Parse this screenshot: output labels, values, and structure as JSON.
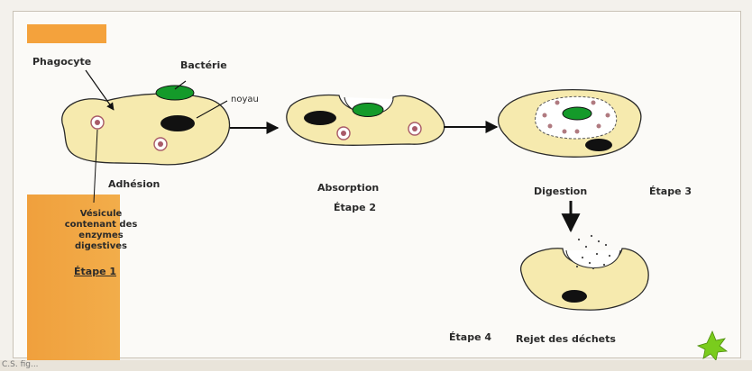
{
  "labels": {
    "phagocyte": "Phagocyte",
    "bacterie": "Bactérie",
    "noyau": "noyau",
    "adhesion": "Adhésion",
    "vesicule": "Vésicule contenant des enzymes digestives",
    "etape1": "Étape 1",
    "absorption": "Absorption",
    "etape2": "Étape 2",
    "digestion": "Digestion",
    "etape3": "Étape 3",
    "etape4": "Étape 4",
    "rejet": "Rejet des déchets"
  },
  "colors": {
    "cell": "#f6eaae",
    "bacterium": "#149a2a",
    "nucleus": "#111111",
    "vesicle": "#a85a68",
    "highlight": "#f4a23c",
    "logo": "#7acc1d"
  },
  "footer_text": "C.S. fig...",
  "icons": {
    "logo": "star-burst-icon"
  }
}
